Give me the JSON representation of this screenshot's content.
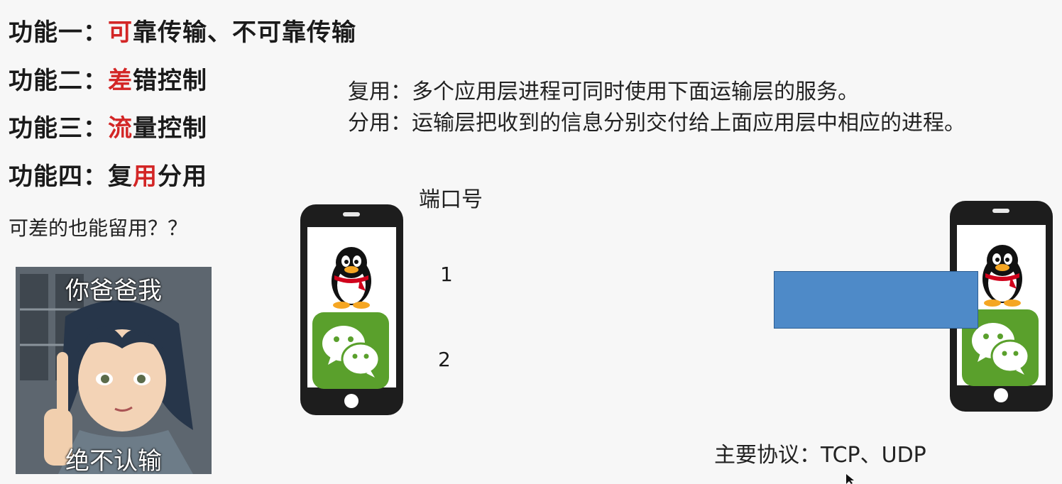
{
  "functions": [
    {
      "label": "功能一：",
      "highlight": "可",
      "rest": "靠传输、不可靠传输"
    },
    {
      "label": "功能二：",
      "highlight": "差",
      "rest": "错控制"
    },
    {
      "label": "功能三：",
      "highlight": "流",
      "rest": "量控制"
    },
    {
      "label": "功能四：",
      "rest1": "复",
      "highlight": "用",
      "rest": "分用"
    }
  ],
  "question": "可差的也能留用？？",
  "meme": {
    "top_caption": "你爸爸我",
    "bottom_caption": "绝不认输"
  },
  "definitions": {
    "multiplex": "复用：多个应用层进程可同时使用下面运输层的服务。",
    "demultiplex": "分用：运输层把收到的信息分别交付给上面应用层中相应的进程。"
  },
  "port_label": "端口号",
  "ports": [
    "1",
    "2"
  ],
  "protocols": "主要协议：TCP、UDP",
  "colors": {
    "highlight": "#d32626",
    "wechat": "#5aa02c",
    "rect": "#4e8ac8"
  },
  "icons": [
    "qq-penguin-icon",
    "wechat-icon"
  ]
}
